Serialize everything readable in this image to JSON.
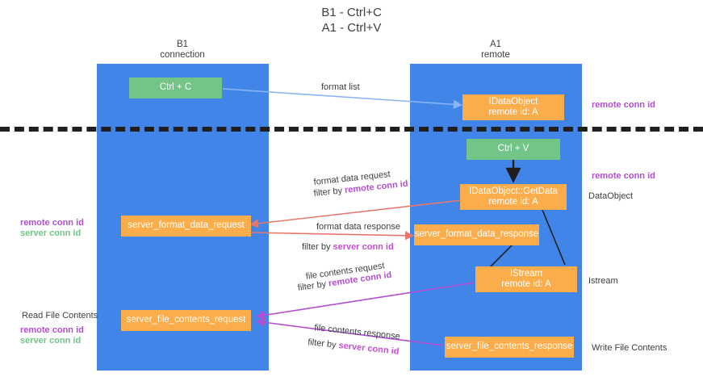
{
  "title": {
    "line1": "B1 - Ctrl+C",
    "line2": "A1 - Ctrl+V"
  },
  "columns": [
    {
      "name": "B1",
      "role": "connection"
    },
    {
      "name": "A1",
      "role": "remote"
    }
  ],
  "nodes": {
    "ctrl_c": {
      "label": "Ctrl + C"
    },
    "ctrl_v": {
      "label": "Ctrl + V"
    },
    "idataobject": {
      "line1": "IDataObject",
      "line2": "remote id: A"
    },
    "idataobject_getdata": {
      "line1": "IDataObject::GetData",
      "line2": "remote id: A"
    },
    "istream": {
      "line1": "IStream",
      "line2": "remote id: A"
    },
    "server_format_data_request": {
      "label": "server_format_data_request"
    },
    "server_format_data_response": {
      "label": "server_format_data_response"
    },
    "server_file_contents_request": {
      "label": "server_file_contents_request"
    },
    "server_file_contents_response": {
      "label": "server_file_contents_response"
    }
  },
  "edge_labels": {
    "format_list": "format list",
    "format_data_request": "format data request",
    "format_data_request_filter_prefix": "filter by ",
    "format_data_request_filter_key": "remote conn id",
    "format_data_response": "format data response",
    "format_data_response_filter_prefix": "filter by ",
    "format_data_response_filter_key": "server conn id",
    "file_contents_request": "file contents request",
    "file_contents_request_filter_prefix": "filter by ",
    "file_contents_request_filter_key": "remote conn id",
    "file_contents_response": "file contents response",
    "file_contents_response_filter_prefix": "filter by ",
    "file_contents_response_filter_key": "server conn id"
  },
  "annotations": {
    "right_remote_conn_id_top": "remote conn id",
    "right_remote_conn_id_mid": "remote conn id",
    "right_dataobject": "DataObject",
    "right_istream": "Istream",
    "right_write_file_contents": "Write File Contents",
    "left_remote_conn_id_mid": "remote conn id",
    "left_server_conn_id_mid": "server conn id",
    "left_read_file_contents": "Read File Contents",
    "left_remote_conn_id_bottom": "remote conn id",
    "left_server_conn_id_bottom": "server conn id"
  },
  "colors": {
    "lane": "#4285e8",
    "node_orange": "#fbad4b",
    "node_green": "#73c487",
    "purple": "#b14fd0",
    "green_text": "#73c487",
    "arrow_blue": "#8ab4f8",
    "arrow_red": "#e8776b",
    "arrow_purple": "#b14fd0",
    "arrow_black": "#1f1f1f",
    "separator": "#1f1f1f"
  }
}
